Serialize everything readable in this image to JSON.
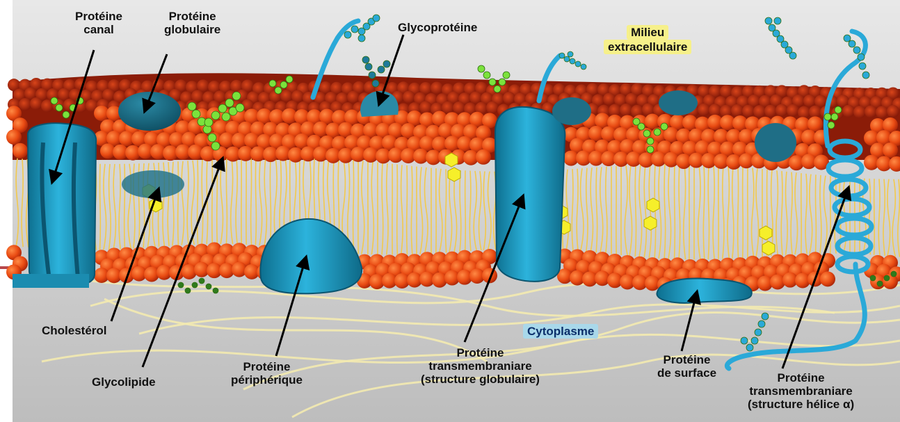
{
  "labels": {
    "proteine_canal": [
      "Protéine",
      "canal"
    ],
    "proteine_globulaire": [
      "Protéine",
      "globulaire"
    ],
    "glycoproteine": "Glycoprotéine",
    "milieu_extracellulaire": [
      "Milieu",
      "extracellulaire"
    ],
    "cholesterol": "Cholestérol",
    "glycolipide": "Glycolipide",
    "proteine_peripherique": [
      "Protéine",
      "périphérique"
    ],
    "cytoplasme": "Cytoplasme",
    "proteine_transmembranaire_globulaire": [
      "Protéine",
      "transmembraniare",
      "(structure globulaire)"
    ],
    "proteine_de_surface": [
      "Protéine",
      "de surface"
    ],
    "proteine_transmembranaire_helice": [
      "Protéine",
      "transmembraniare",
      "(structure hélice α)"
    ]
  },
  "colors": {
    "extracellular_bg": "#dedede",
    "cytoplasm_bg": "#c2c2c2",
    "phospholipid_head": "#e84a12",
    "phospholipid_head_dark": "#9c1a08",
    "lipid_tail": "#f2c94c",
    "protein": "#1f9ec4",
    "protein_dark": "#156b86",
    "carbohydrate_green": "#7be23c",
    "carbohydrate_blue": "#2aa9d8",
    "cholesterol": "#f6ef2a",
    "cytoskeleton": "#f3eab0",
    "accent_bar": "#b8474b"
  }
}
